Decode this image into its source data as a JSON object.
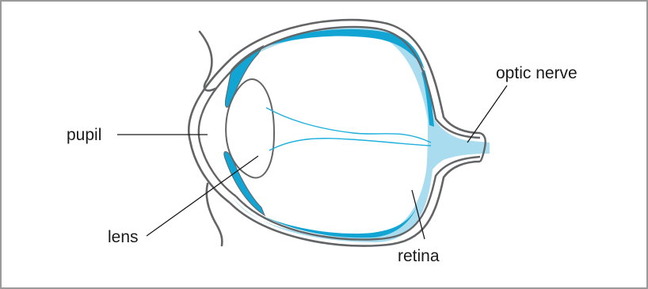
{
  "diagram": {
    "labels": {
      "pupil": "pupil",
      "lens": "lens",
      "optic_nerve": "optic nerve",
      "retina": "retina"
    }
  },
  "colors": {
    "border": "#9a9a9a",
    "outline": "#636466",
    "retina_light": "#a9dcee",
    "retina_accent": "#12a5d4",
    "fibers": "#1fb0dd",
    "leader_line": "#1a1a1a",
    "text": "#1a1a1a"
  }
}
